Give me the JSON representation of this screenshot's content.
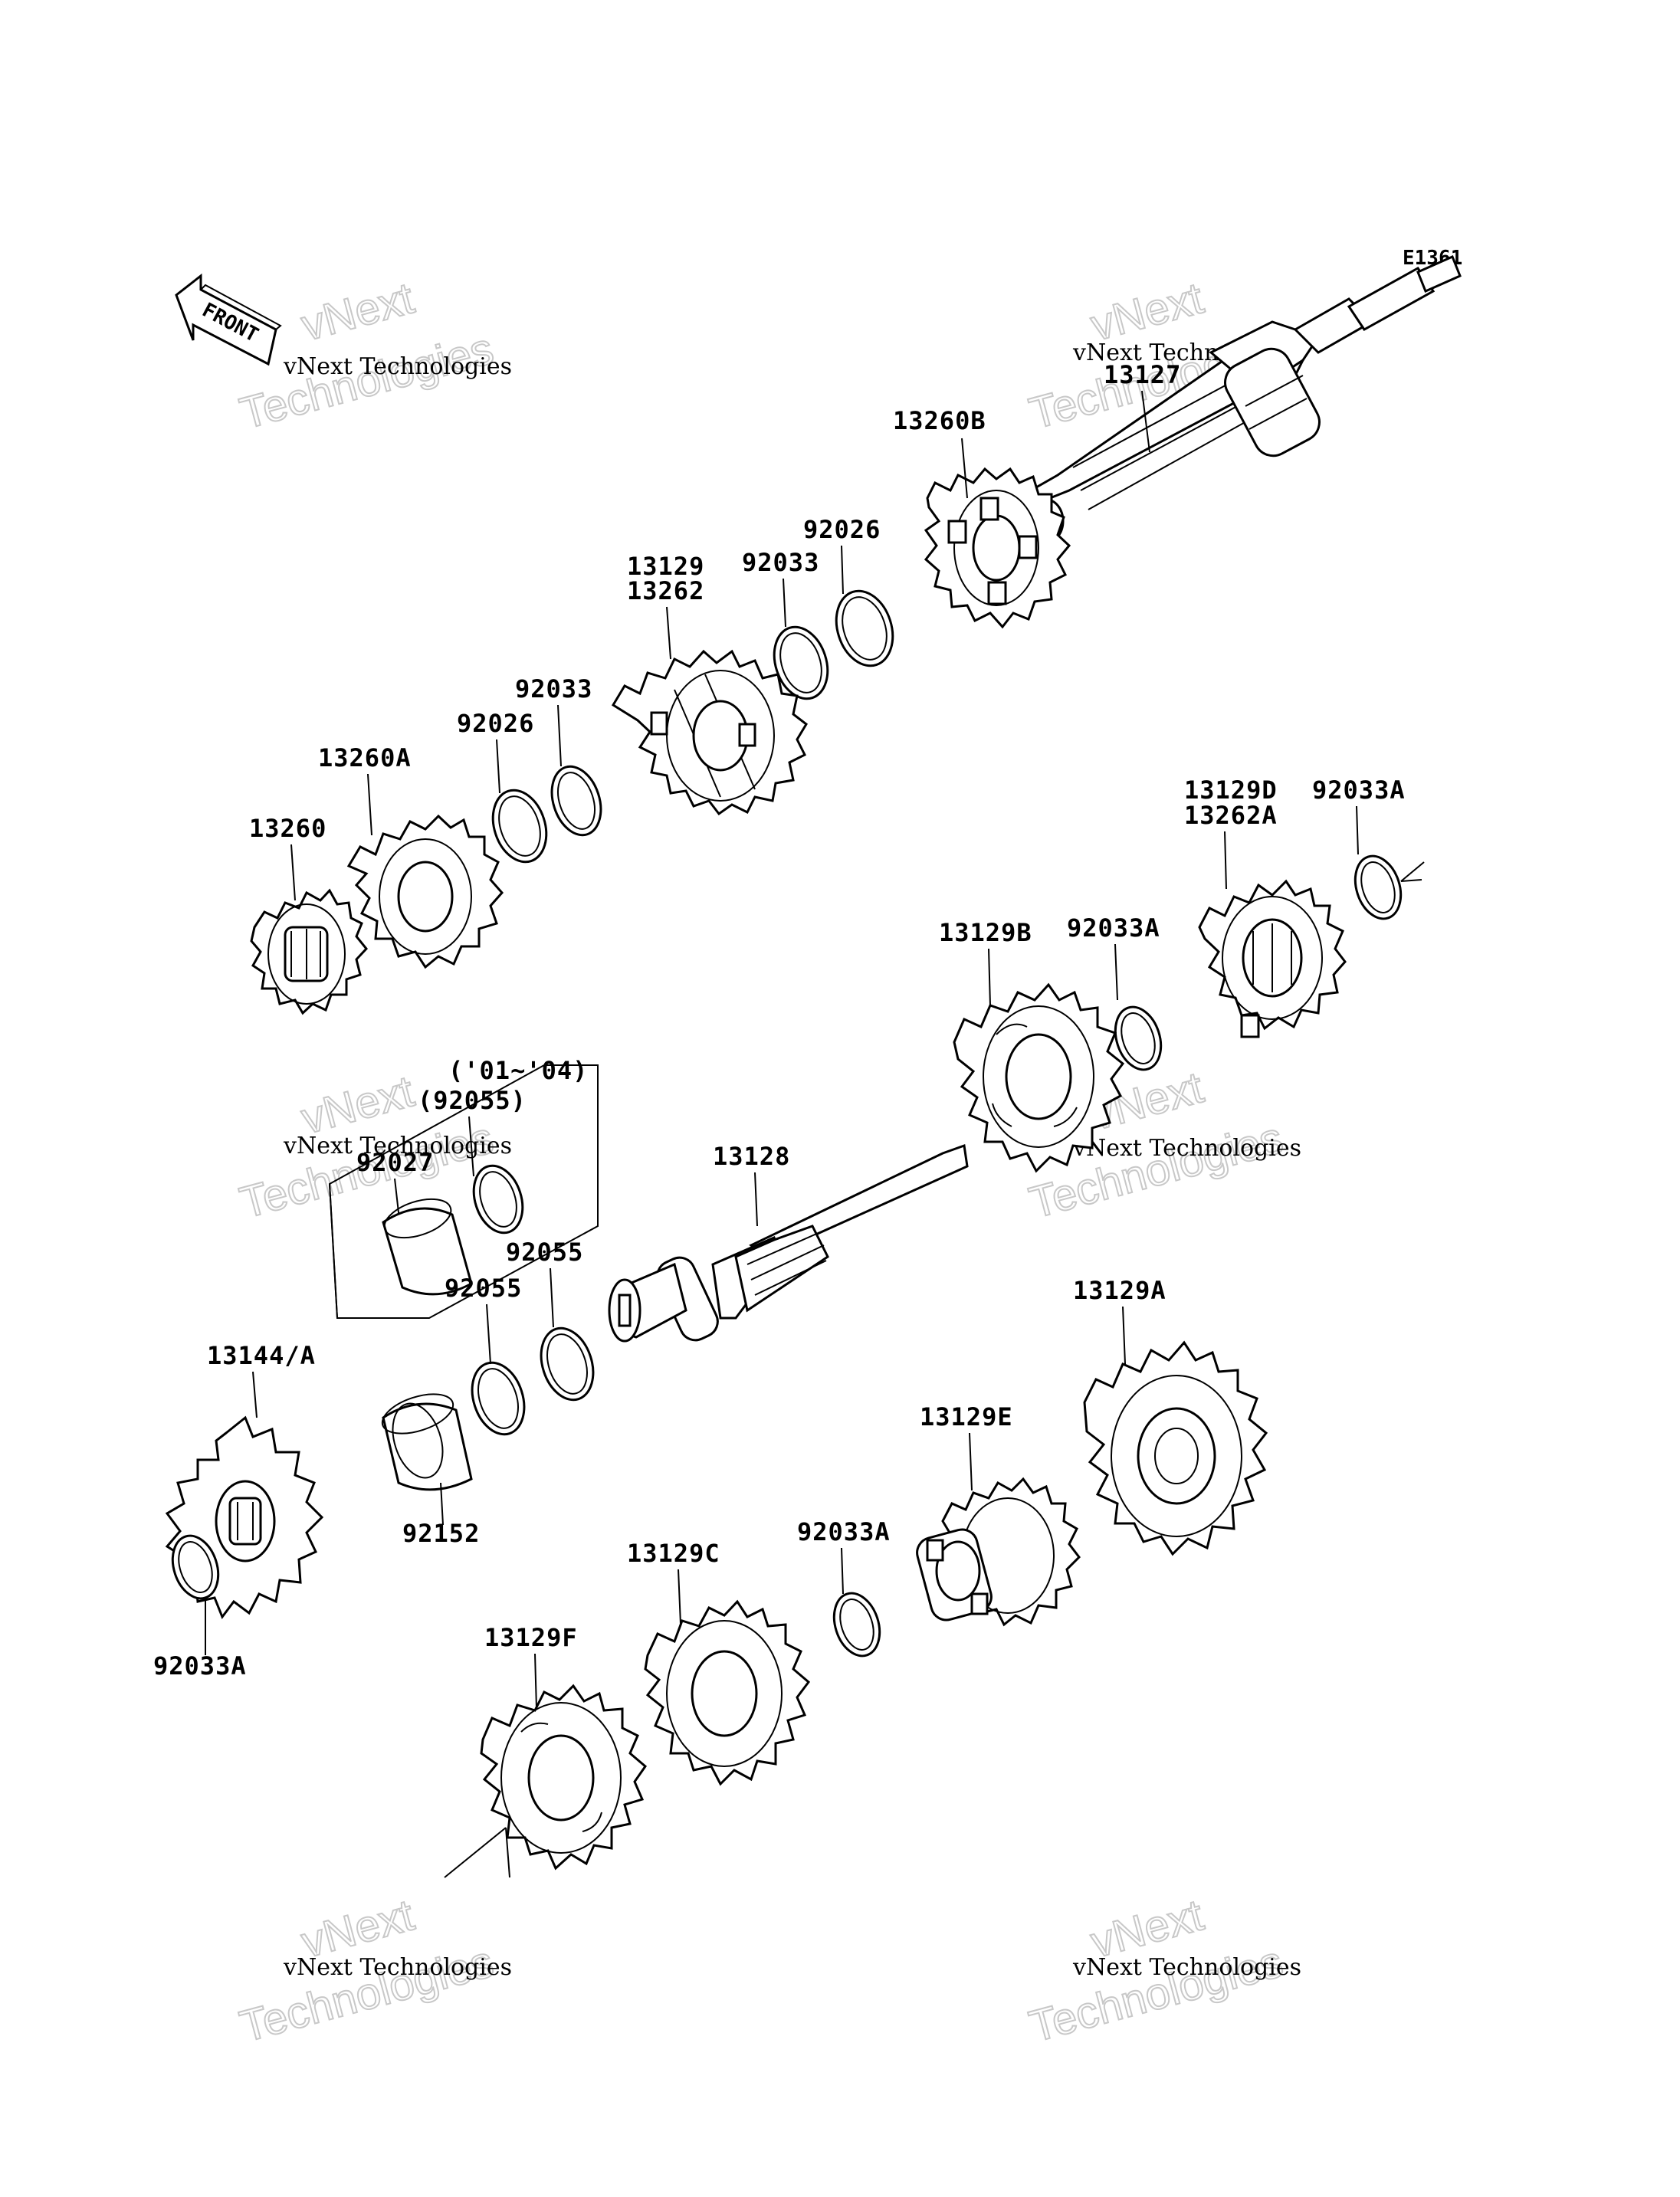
{
  "diagram_code": "E1361",
  "front_label": "FRONT",
  "watermarks": [
    {
      "line1": "vNext Technologies",
      "line2": "vNext",
      "line3": "Technologies"
    },
    {
      "line1": "vNext Technologies",
      "line2": "vNext",
      "line3": "Technologies"
    },
    {
      "line1": "vNext Technologies",
      "line2": "vNext",
      "line3": "Technologies"
    },
    {
      "line1": "vNext Technologies",
      "line2": "vNext",
      "line3": "Technologies"
    },
    {
      "line1": "vNext Technologies",
      "line2": "vNext",
      "line3": "Technologies"
    },
    {
      "line1": "vNext Technologies",
      "line2": "vNext",
      "line3": "Technologies"
    }
  ],
  "variant_box": {
    "years": "('01~'04)",
    "part_in_parens": "(92055)",
    "part": "92027"
  },
  "labels": {
    "p13127": "13127",
    "p13260B": "13260B",
    "p92026_top": "92026",
    "p92033_top": "92033",
    "p13129": "13129",
    "p13262": "13262",
    "p92033_mid": "92033",
    "p92026_mid": "92026",
    "p13260A": "13260A",
    "p13260": "13260",
    "p13129D": "13129D",
    "p13262A": "13262A",
    "p92033A_r1": "92033A",
    "p13129B": "13129B",
    "p92033A_r2": "92033A",
    "p13128": "13128",
    "p92055_a": "92055",
    "p92055_b": "92055",
    "p13144": "13144/A",
    "p92152": "92152",
    "p92033A_left": "92033A",
    "p13129A": "13129A",
    "p13129E": "13129E",
    "p92033A_low": "92033A",
    "p13129C": "13129C",
    "p13129F": "13129F"
  }
}
